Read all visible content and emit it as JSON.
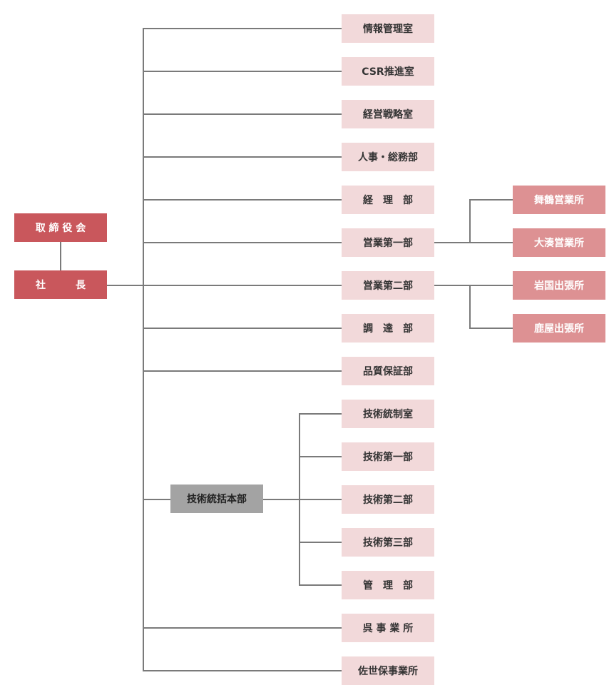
{
  "org": {
    "board": "取 締 役 会",
    "president": "社　　　長",
    "departments": [
      "情報管理室",
      "CSR推進室",
      "経営戦略室",
      "人事・総務部",
      "経　理　部",
      "営業第一部",
      "営業第二部",
      "調　達　部",
      "品質保証部"
    ],
    "tech_hq": {
      "label": "技術統括本部",
      "units": [
        "技術統制室",
        "技術第一部",
        "技術第二部",
        "技術第三部",
        "管　理　部"
      ]
    },
    "offices": [
      "呉 事 業 所",
      "佐世保事業所"
    ],
    "sales1_branches": [
      "舞鶴営業所",
      "大湊営業所"
    ],
    "sales2_branches": [
      "岩国出張所",
      "鹿屋出張所"
    ]
  },
  "colors": {
    "executive": "#c9575c",
    "department": "#f2d9da",
    "branch": "#dd9193",
    "headquarters": "#a3a3a3",
    "connector": "#7a7a7a"
  }
}
